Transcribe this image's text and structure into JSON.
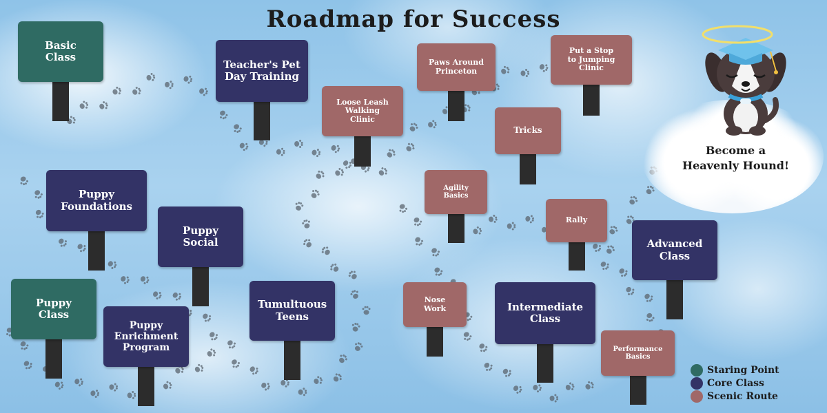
{
  "title": "Roadmap for Success",
  "colors": {
    "starting_point": "#2f6b63",
    "core_class": "#333366",
    "scenic_route": "#a06868",
    "post": "#2c2c2c",
    "paw": "#5c6670"
  },
  "signs": [
    {
      "id": "basic-class",
      "lines": [
        "Basic",
        "Class"
      ],
      "category": "starting_point"
    },
    {
      "id": "teachers-pet",
      "lines": [
        "Teacher's Pet",
        "Day Training"
      ],
      "category": "core_class"
    },
    {
      "id": "loose-leash",
      "lines": [
        "Loose Leash",
        "Walking",
        "Clinic"
      ],
      "category": "scenic_route"
    },
    {
      "id": "paws-around-princeton",
      "lines": [
        "Paws Around",
        "Princeton"
      ],
      "category": "scenic_route"
    },
    {
      "id": "stop-jumping",
      "lines": [
        "Put a Stop",
        "to Jumping",
        "Clinic"
      ],
      "category": "scenic_route"
    },
    {
      "id": "tricks",
      "lines": [
        "Tricks"
      ],
      "category": "scenic_route"
    },
    {
      "id": "puppy-foundations",
      "lines": [
        "Puppy",
        "Foundations"
      ],
      "category": "core_class"
    },
    {
      "id": "puppy-social",
      "lines": [
        "Puppy",
        "Social"
      ],
      "category": "core_class"
    },
    {
      "id": "agility-basics",
      "lines": [
        "Agility",
        "Basics"
      ],
      "category": "scenic_route"
    },
    {
      "id": "rally",
      "lines": [
        "Rally"
      ],
      "category": "scenic_route"
    },
    {
      "id": "advanced-class",
      "lines": [
        "Advanced",
        "Class"
      ],
      "category": "core_class"
    },
    {
      "id": "puppy-class",
      "lines": [
        "Puppy",
        "Class"
      ],
      "category": "starting_point"
    },
    {
      "id": "puppy-enrichment",
      "lines": [
        "Puppy",
        "Enrichment",
        "Program"
      ],
      "category": "core_class"
    },
    {
      "id": "tumultuous-teens",
      "lines": [
        "Tumultuous",
        "Teens"
      ],
      "category": "core_class"
    },
    {
      "id": "nose-work",
      "lines": [
        "Nose",
        "Work"
      ],
      "category": "scenic_route"
    },
    {
      "id": "intermediate-class",
      "lines": [
        "Intermediate",
        "Class"
      ],
      "category": "core_class"
    },
    {
      "id": "performance-basics",
      "lines": [
        "Performance",
        "Basics"
      ],
      "category": "scenic_route"
    }
  ],
  "goal": {
    "lines": [
      "Become a",
      "Heavenly Hound!"
    ]
  },
  "legend": [
    {
      "label": "Staring Point",
      "category": "starting_point"
    },
    {
      "label": "Core Class",
      "category": "core_class"
    },
    {
      "label": "Scenic Route",
      "category": "scenic_route"
    }
  ]
}
